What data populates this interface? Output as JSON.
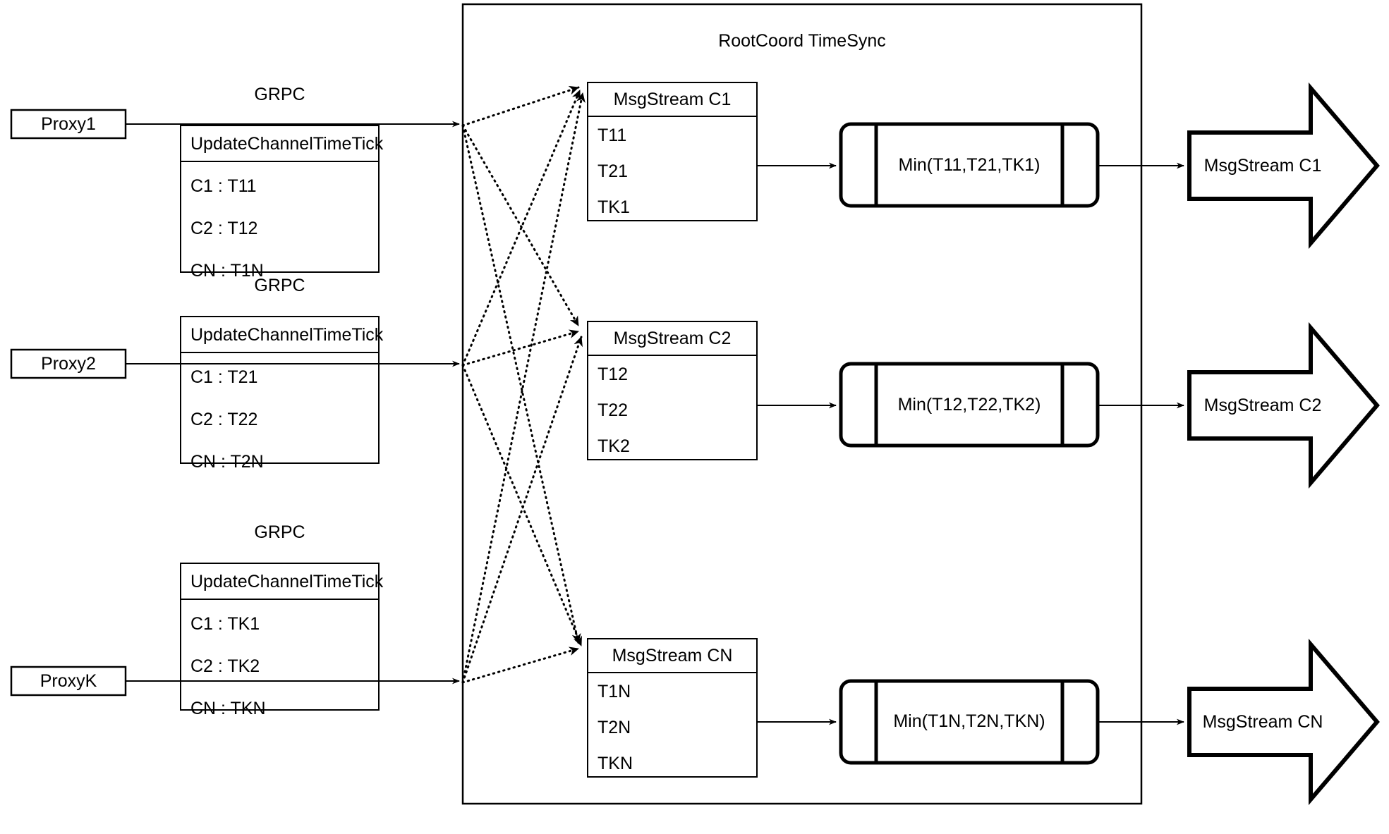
{
  "diagram": {
    "title": "RootCoord TimeSync",
    "background_color": "#ffffff",
    "stroke_color": "#000000"
  },
  "proxies": [
    {
      "name": "Proxy1",
      "link_label": "GRPC",
      "request": {
        "header": "UpdateChannelTimeTick",
        "rows": [
          {
            "channel": "C1 :",
            "value": "T11",
            "text": "C1 :  T11"
          },
          {
            "channel": "C2 :",
            "value": "T12",
            "text": "C2 :  T12"
          },
          {
            "channel": "CN :",
            "value": "T1N",
            "text": "CN : T1N"
          }
        ]
      }
    },
    {
      "name": "Proxy2",
      "link_label": "GRPC",
      "request": {
        "header": "UpdateChannelTimeTick",
        "rows": [
          {
            "channel": "C1 :",
            "value": "T21",
            "text": "C1 :  T21"
          },
          {
            "channel": "C2 :",
            "value": "T22",
            "text": "C2 :  T22"
          },
          {
            "channel": "CN :",
            "value": "T2N",
            "text": "CN : T2N"
          }
        ]
      }
    },
    {
      "name": "ProxyK",
      "link_label": "GRPC",
      "request": {
        "header": "UpdateChannelTimeTick",
        "rows": [
          {
            "channel": "C1 :",
            "value": "TK1",
            "text": "C1 :  TK1"
          },
          {
            "channel": "C2 :",
            "value": "TK2",
            "text": "C2 :  TK2"
          },
          {
            "channel": "CN :",
            "value": "TKN",
            "text": "CN : TKN"
          }
        ]
      }
    }
  ],
  "channels": [
    {
      "msgstream": {
        "header": "MsgStream C1",
        "rows": [
          "T11",
          "T21",
          "TK1"
        ]
      },
      "min_op": "Min(T11,T21,TK1)",
      "output": "MsgStream C1"
    },
    {
      "msgstream": {
        "header": "MsgStream C2",
        "rows": [
          "T12",
          "T22",
          "TK2"
        ]
      },
      "min_op": "Min(T12,T22,TK2)",
      "output": "MsgStream C2"
    },
    {
      "msgstream": {
        "header": "MsgStream CN",
        "rows": [
          "T1N",
          "T2N",
          "TKN"
        ]
      },
      "min_op": "Min(T1N,T2N,TKN)",
      "output": "MsgStream CN"
    }
  ]
}
